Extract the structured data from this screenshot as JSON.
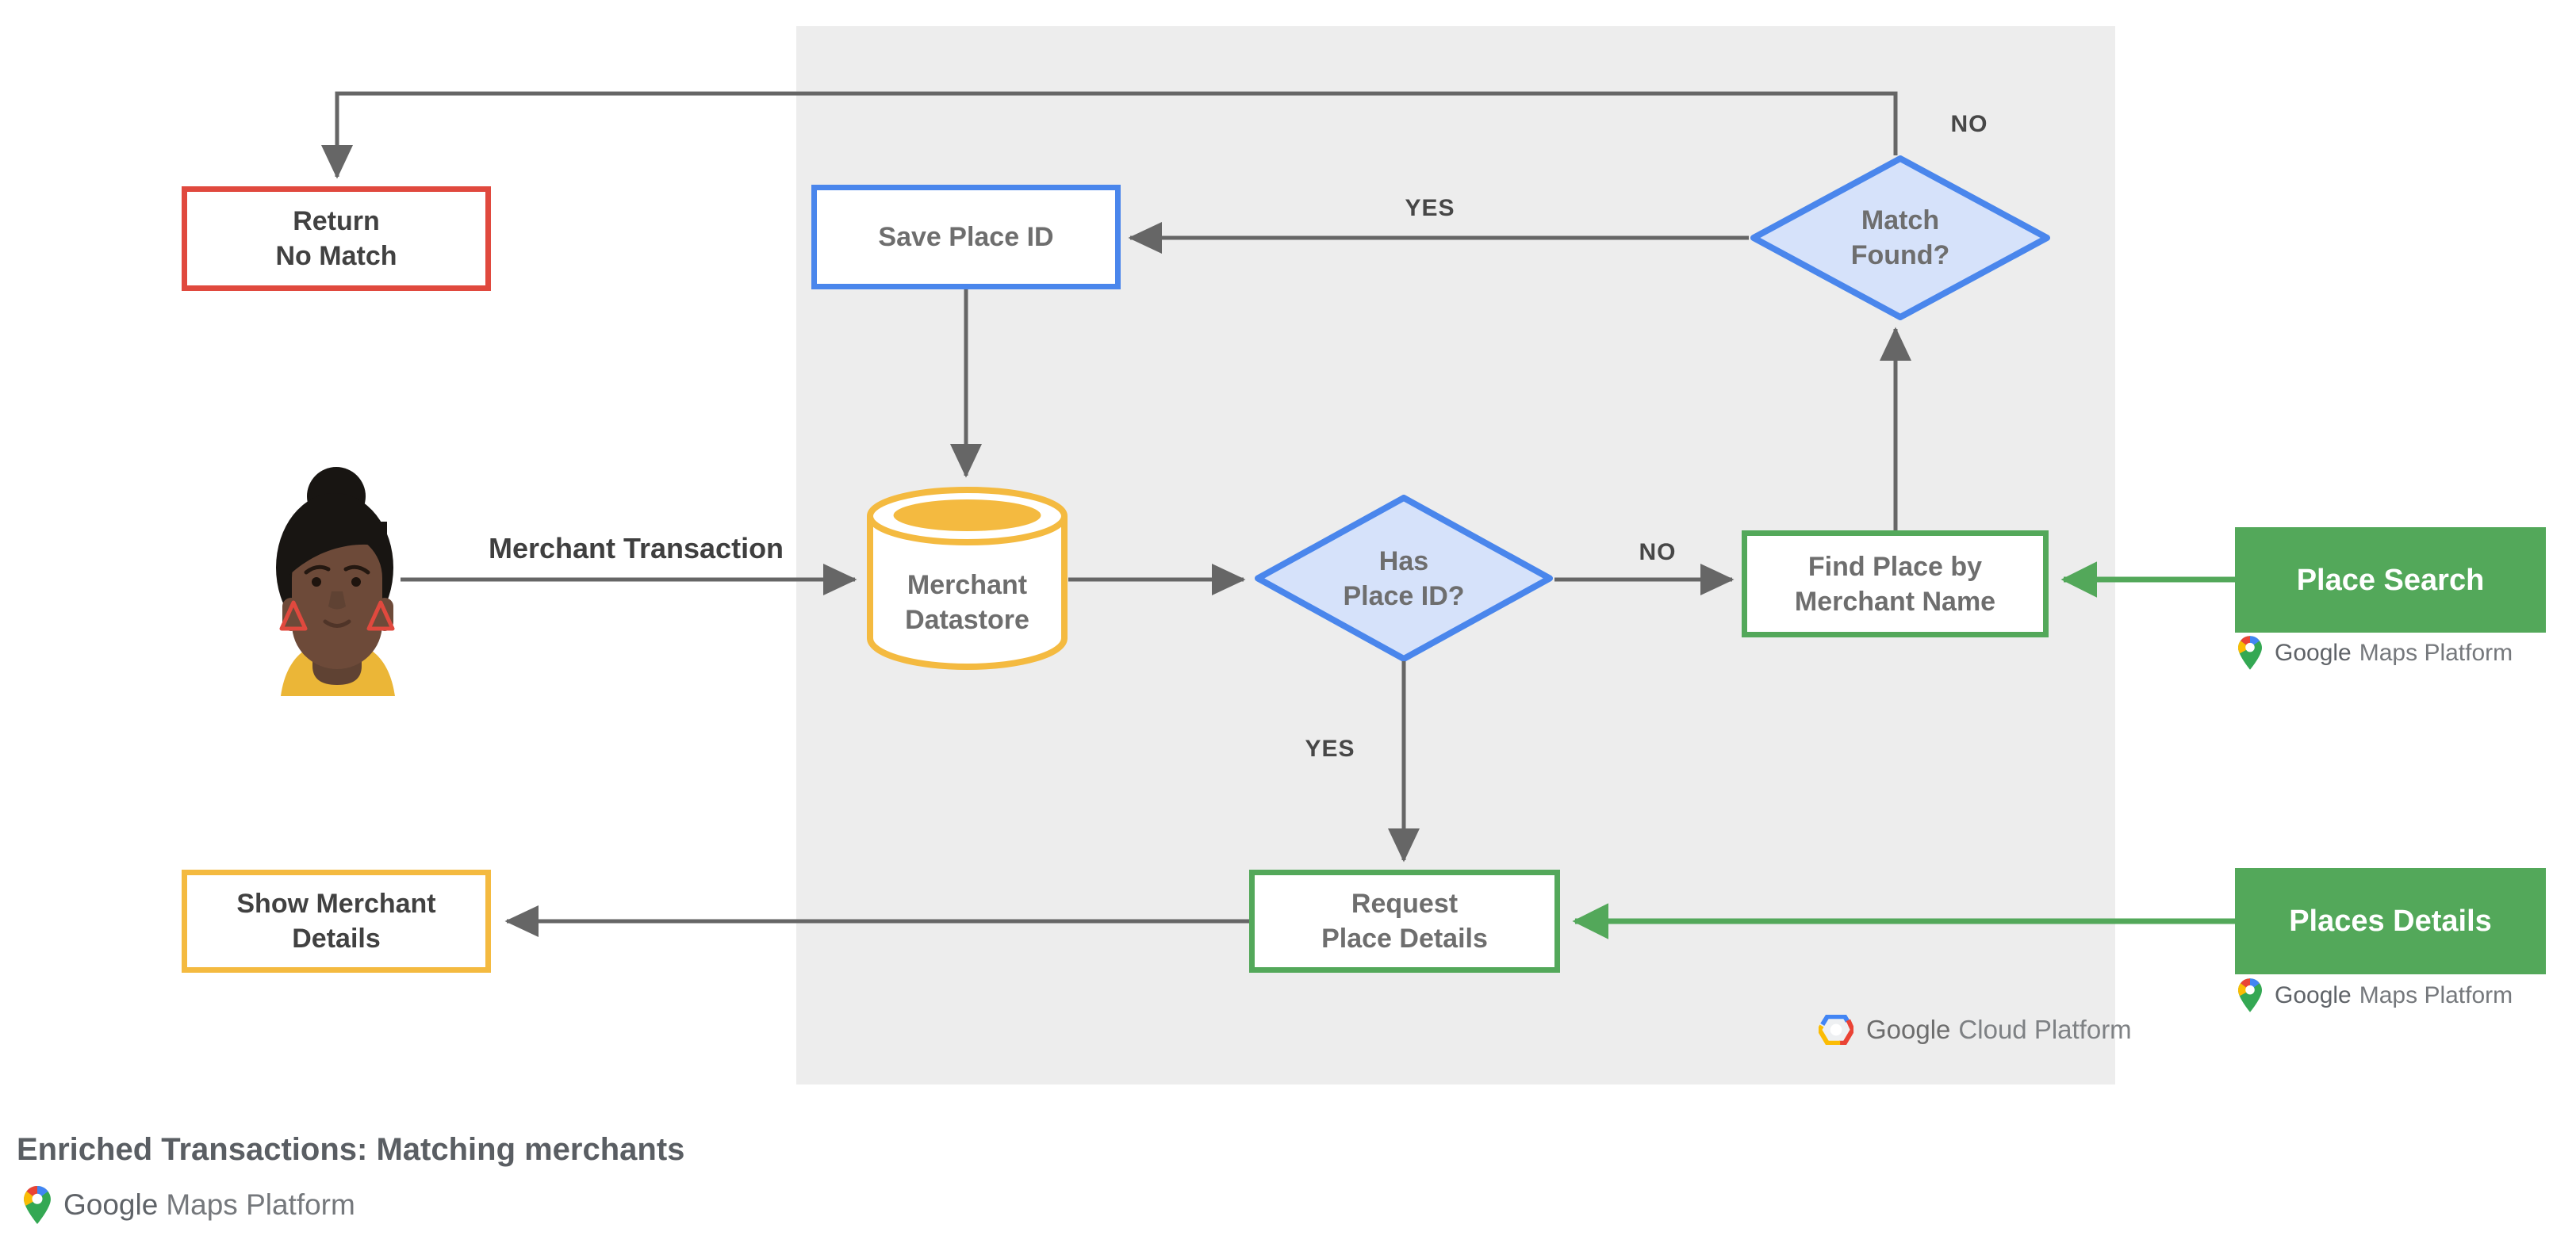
{
  "title": "Enriched Transactions: Matching merchants",
  "nodes": {
    "return_no_match": {
      "label": "Return\nNo Match"
    },
    "save_place_id": {
      "label": "Save Place ID"
    },
    "match_found": {
      "label": "Match\nFound?"
    },
    "merchant_datastore": {
      "label": "Merchant\nDatastore"
    },
    "has_place_id": {
      "label": "Has\nPlace ID?"
    },
    "find_place_by_merchant_name": {
      "label": "Find Place by\nMerchant Name"
    },
    "place_search": {
      "label": "Place Search"
    },
    "request_place_details": {
      "label": "Request\nPlace Details"
    },
    "places_details": {
      "label": "Places Details"
    },
    "show_merchant_details": {
      "label": "Show Merchant\nDetails"
    }
  },
  "edge_labels": {
    "merchant_transaction": "Merchant Transaction",
    "match_found_yes": "YES",
    "match_found_no": "NO",
    "has_place_id_yes": "YES",
    "has_place_id_no": "NO"
  },
  "logos": {
    "google_cloud_platform": {
      "part1": "Google",
      "part2": "Cloud Platform"
    },
    "google_maps_platform": {
      "part1": "Google",
      "part2": "Maps Platform"
    }
  },
  "colors": {
    "red": "#E0493E",
    "blue": "#4A86EC",
    "blue_fill": "#D6E2FA",
    "yellow": "#F4BA40",
    "green": "#53A85A",
    "panel_gray": "#EDEDED",
    "arrow_gray": "#666666"
  }
}
